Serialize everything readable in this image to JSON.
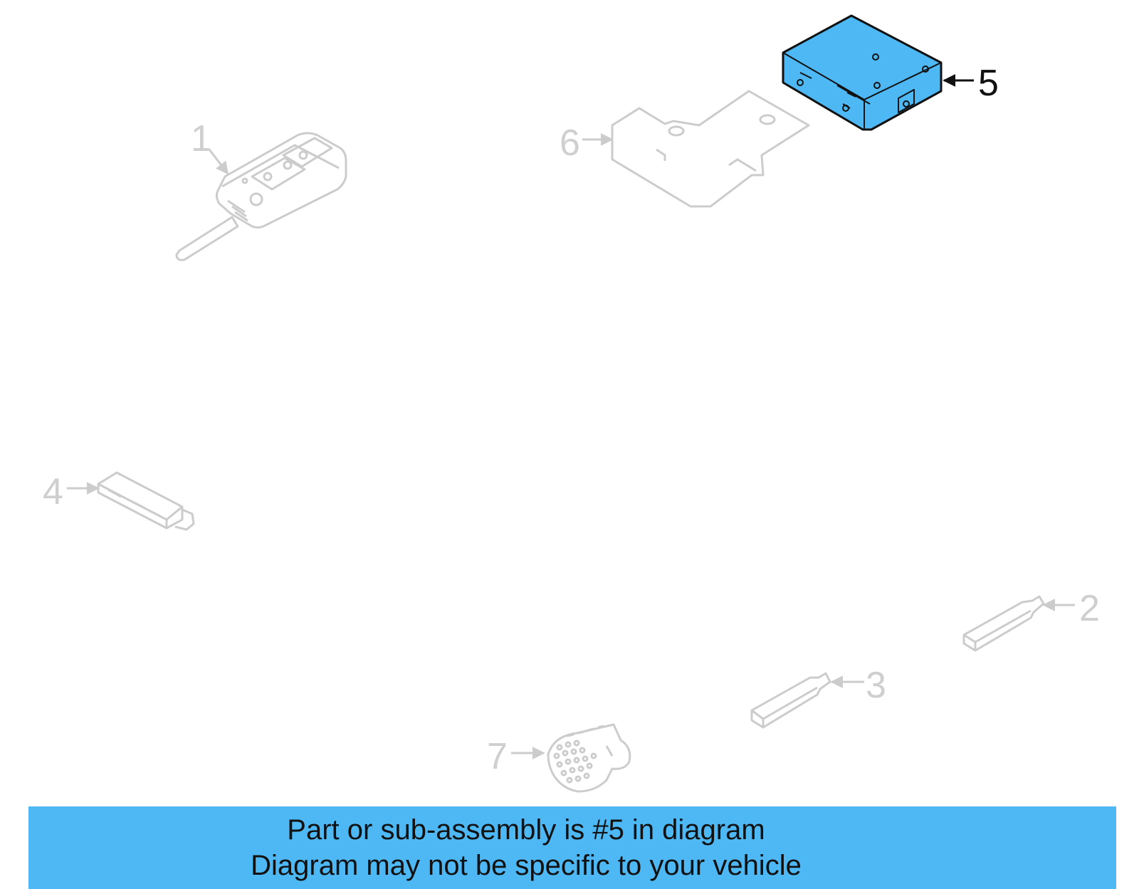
{
  "colors": {
    "faded_line": "#cccccc",
    "faded_label": "#cfcfcf",
    "highlight_fill": "#4db8f4",
    "highlight_stroke": "#111111",
    "banner_bg": "#4db8f4"
  },
  "callouts": [
    {
      "id": "1",
      "label": "1",
      "part": "remote-key-icon",
      "highlighted": false
    },
    {
      "id": "2",
      "label": "2",
      "part": "key-blade-icon",
      "highlighted": false
    },
    {
      "id": "3",
      "label": "3",
      "part": "key-blade-icon",
      "highlighted": false
    },
    {
      "id": "4",
      "label": "4",
      "part": "transmitter-icon",
      "highlighted": false
    },
    {
      "id": "5",
      "label": "5",
      "part": "control-module-icon",
      "highlighted": true
    },
    {
      "id": "6",
      "label": "6",
      "part": "mounting-bracket-icon",
      "highlighted": false
    },
    {
      "id": "7",
      "label": "7",
      "part": "connector-icon",
      "highlighted": false
    }
  ],
  "banner": {
    "line1": "Part or sub-assembly is #5 in diagram",
    "line2": "Diagram may not be specific to your vehicle"
  }
}
